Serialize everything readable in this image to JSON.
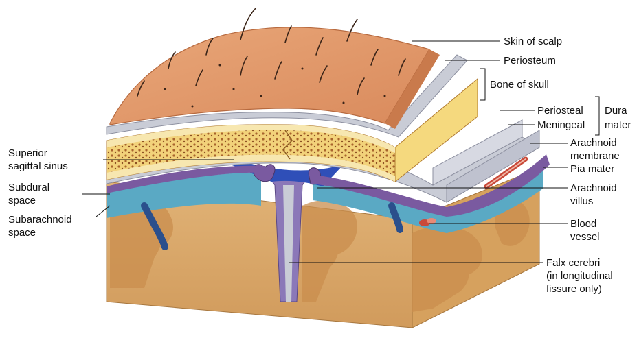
{
  "labels": {
    "skin_of_scalp": "Skin of scalp",
    "periosteum": "Periosteum",
    "bone_of_skull": "Bone of skull",
    "periosteal": "Periosteal",
    "meningeal": "Meningeal",
    "dura": "Dura",
    "mater": "mater",
    "arachnoid_membrane_1": "Arachnoid",
    "arachnoid_membrane_2": "membrane",
    "pia_mater": "Pia mater",
    "arachnoid_villus_1": "Arachnoid",
    "arachnoid_villus_2": "villus",
    "blood_vessel_1": "Blood",
    "blood_vessel_2": "vessel",
    "falx_cerebri_1": "Falx cerebri",
    "falx_cerebri_2": "(in longitudinal",
    "falx_cerebri_3": "fissure only)",
    "superior_sagittal_sinus_1": "Superior",
    "superior_sagittal_sinus_2": "sagittal sinus",
    "subdural_space_1": "Subdural",
    "subdural_space_2": "space",
    "subarachnoid_space_1": "Subarachnoid",
    "subarachnoid_space_2": "space"
  },
  "colors": {
    "skin": "#e39a6c",
    "bone": "#f2d27a",
    "dura": "#c9ccd6",
    "arachnoid": "#7a5aa0",
    "csf": "#5aa9c4",
    "sinus": "#2f4fb8",
    "brain": "#d8a766",
    "cortex": "#c89050"
  }
}
